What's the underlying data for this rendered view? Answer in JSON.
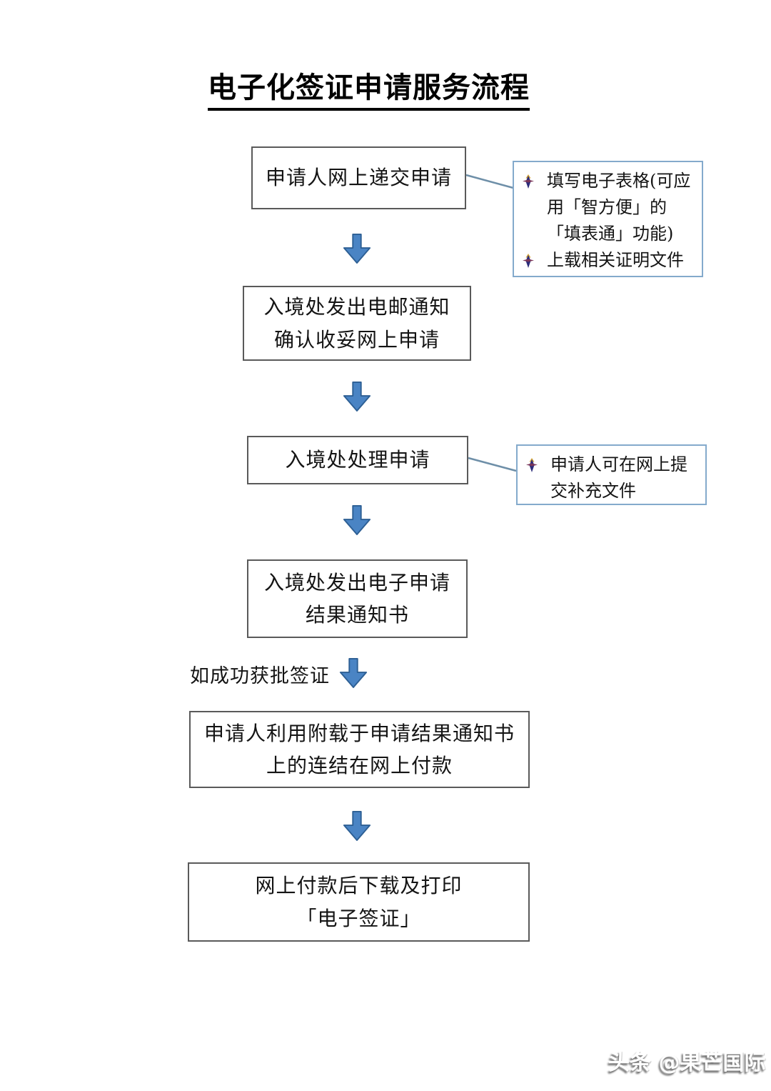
{
  "title": "电子化签证申请服务流程",
  "flow": {
    "steps": [
      {
        "label": "申请人网上递交申请"
      },
      {
        "label": "入境处发出电邮通知\n确认收妥网上申请"
      },
      {
        "label": "入境处处理申请"
      },
      {
        "label": "入境处发出电子申请\n结果通知书"
      },
      {
        "label": "申请人利用附载于申请结果通知书\n上的连结在网上付款"
      },
      {
        "label": "网上付款后下载及打印\n「电子签证」"
      }
    ],
    "branch_label": "如成功获批签证"
  },
  "notes": [
    {
      "items": [
        "填写电子表格(可应用「智方便」的「填表通」功能)",
        "上载相关证明文件"
      ]
    },
    {
      "items": [
        "申请人可在网上提交补充文件"
      ]
    }
  ],
  "watermark": "头条 @果芒国际",
  "icons": {
    "flow_arrow": "down-block-arrow-icon",
    "bullet": "arrow-bullet-icon"
  },
  "colors": {
    "arrow_fill": "#4a84c4",
    "arrow_border": "#2d5f94",
    "note_border": "#84aacc",
    "box_border": "#5a5a5a",
    "bullet_navy": "#2d2d7b",
    "connector": "#6e8fa8"
  }
}
